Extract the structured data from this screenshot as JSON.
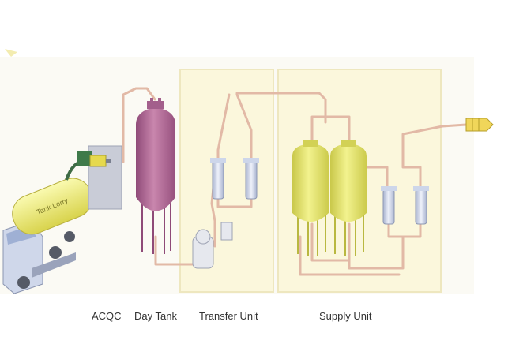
{
  "labels": {
    "acqc": "ACQC",
    "day_tank": "Day Tank",
    "transfer_unit": "Transfer Unit",
    "supply_unit": "Supply Unit"
  },
  "truck": {
    "tank_text": "Tank Lorry"
  },
  "colors": {
    "background": "#ffffff",
    "unit_box": "#fbf7dc",
    "unit_box_edge": "#eee7bf",
    "pipe": "#e2b9a6",
    "day_tank": "#b66f98",
    "supply_tank": "#e3e36d",
    "truck_tank": "#f2f07a",
    "truck_cab": "#cfd7ea",
    "acqc_box": "#c9ccd7",
    "hose": "#3e6b45",
    "filter": "#cdd6ea",
    "nozzle": "#f0d65a"
  },
  "icons": [
    "tank-lorry-icon",
    "acqc-coupler-icon",
    "day-tank-icon",
    "pump-icon",
    "filter-icon",
    "supply-tank-icon",
    "outlet-nozzle-icon"
  ]
}
